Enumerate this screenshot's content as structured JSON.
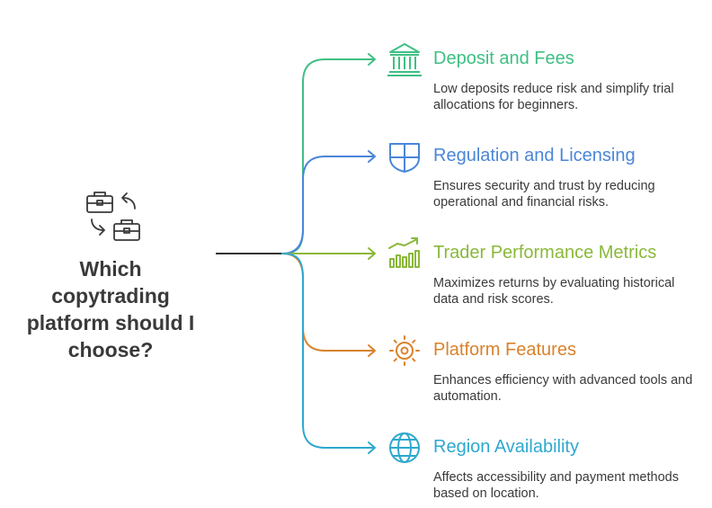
{
  "question": "Which copytrading platform should I choose?",
  "options": [
    {
      "title": "Deposit and Fees",
      "description": "Low deposits reduce risk and simplify trial allocations for beginners.",
      "color": "#3fbf83",
      "icon": "bank-icon"
    },
    {
      "title": "Regulation and Licensing",
      "description": "Ensures security and trust by reducing operational and financial risks.",
      "color": "#4a86d8",
      "icon": "shield-icon"
    },
    {
      "title": "Trader Performance Metrics",
      "description": "Maximizes returns by evaluating historical data and risk scores.",
      "color": "#8ab83a",
      "icon": "growth-chart-icon"
    },
    {
      "title": "Platform Features",
      "description": "Enhances efficiency with advanced tools and automation.",
      "color": "#d9822b",
      "icon": "gear-sun-icon"
    },
    {
      "title": "Region Availability",
      "description": "Affects accessibility and payment methods based on location.",
      "color": "#2ea8cf",
      "icon": "globe-icon"
    }
  ],
  "colors": {
    "text": "#3a3a3a",
    "trunk": "#333333",
    "icon_gray": "#3a3a3a"
  },
  "question_icon": "briefcase-switch-icon"
}
